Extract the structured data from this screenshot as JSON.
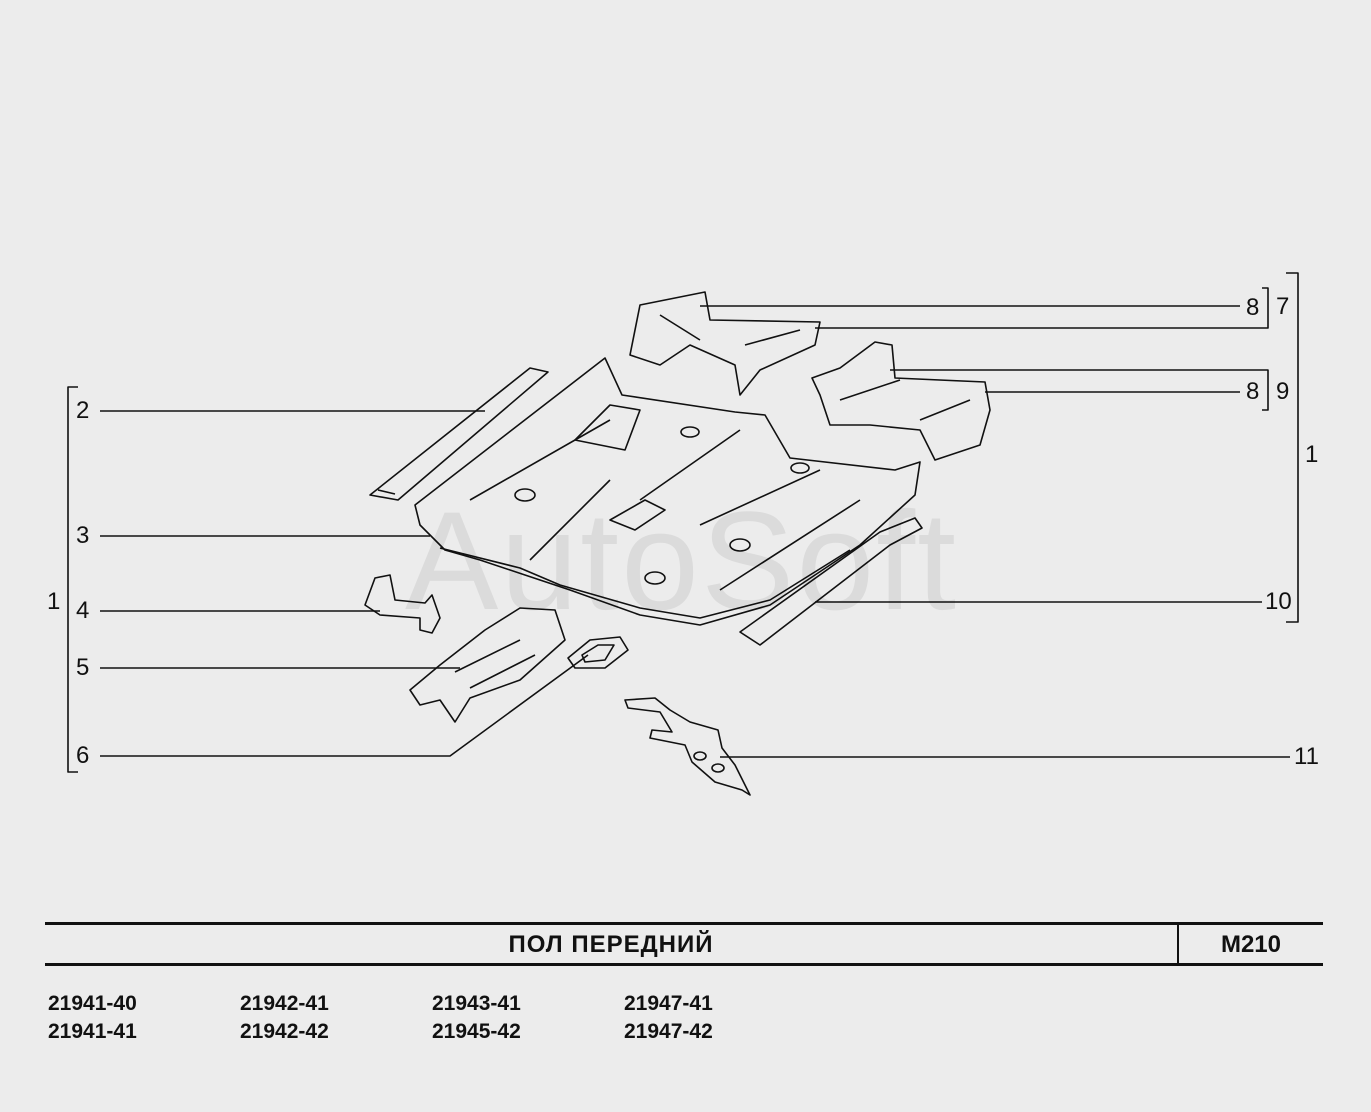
{
  "title": "ПОЛ   ПЕРЕДНИЙ",
  "code": "М210",
  "watermark": "AutoSoft",
  "labels": [
    "1",
    "2",
    "3",
    "4",
    "5",
    "6",
    "7",
    "8",
    "9",
    "10",
    "11"
  ],
  "group_labels": {
    "left": "1",
    "right": "1",
    "top": "7",
    "mid": "9",
    "sub_top": "8",
    "sub_mid": "8"
  },
  "models": [
    [
      "21941-40",
      "21941-41"
    ],
    [
      "21942-41",
      "21942-42"
    ],
    [
      "21943-41",
      "21945-42"
    ],
    [
      "21947-41",
      "21947-42"
    ]
  ],
  "colors": {
    "background": "#ececec",
    "line": "#111111"
  }
}
